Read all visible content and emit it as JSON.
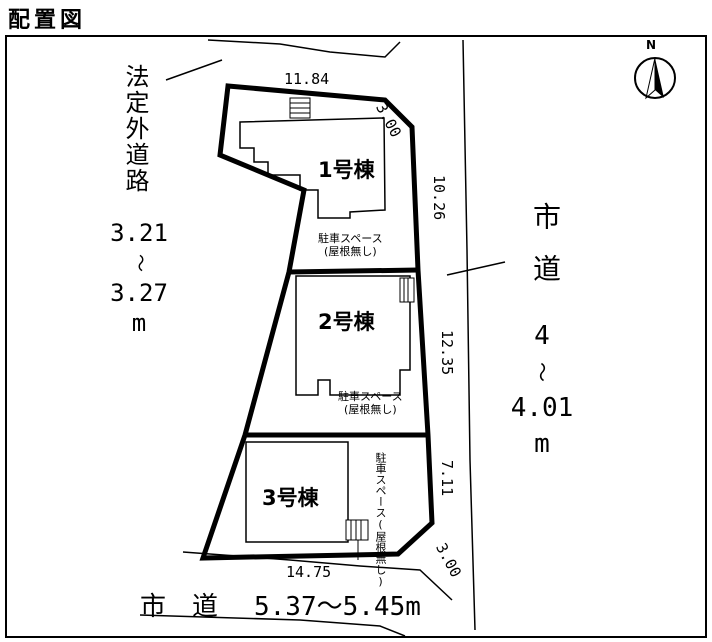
{
  "title": "配置図",
  "buildings": [
    "1号棟",
    "2号棟",
    "3号棟"
  ],
  "parking": {
    "label": "駐車スペース",
    "note": "(屋根無し)"
  },
  "dimensions": {
    "top": "11.84",
    "top_corner": "3.00",
    "right_upper": "10.26",
    "right_middle": "12.35",
    "right_lower": "7.11",
    "bottom_corner": "3.00",
    "bottom": "14.75"
  },
  "roads": {
    "left": {
      "name": "法定外道路",
      "from": "3.21",
      "sep": "～",
      "to": "3.27",
      "unit": "m"
    },
    "right": {
      "name": "市道",
      "from": "4",
      "sep": "～",
      "to": "4.01",
      "unit": "m"
    },
    "bottom": {
      "name": "市　道",
      "width": "5.37～5.45m"
    }
  },
  "north_label": "N"
}
